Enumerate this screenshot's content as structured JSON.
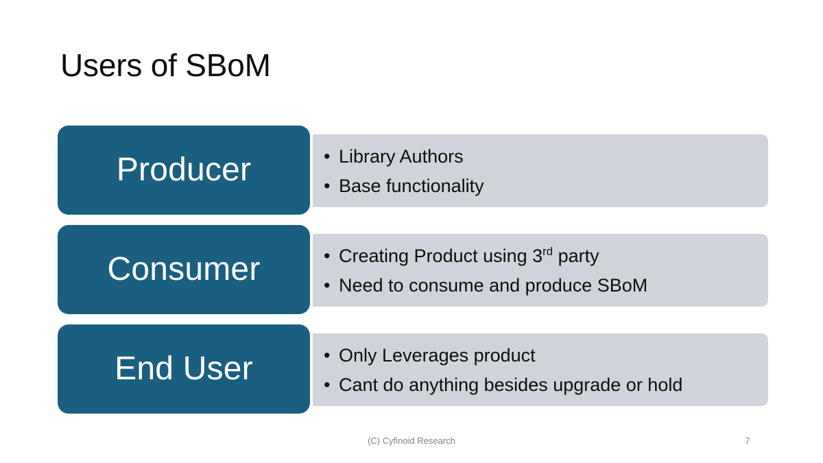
{
  "slide": {
    "title": "Users of SBoM",
    "page_number": "7",
    "footer_credit": "(C) Cyfinoid Research",
    "colors": {
      "label_block": "#1A5F80",
      "detail_block": "#D0D4DA",
      "label_text": "#FFFFFF",
      "body_text": "#0D0D0D",
      "footer_text": "#7F7F7F",
      "background": "#FFFFFF"
    }
  },
  "rows": [
    {
      "label": "Producer",
      "bullets": [
        {
          "text": "Library Authors",
          "marker": "•"
        },
        {
          "text": "Base functionality",
          "marker": "•"
        }
      ]
    },
    {
      "label": "Consumer",
      "bullets": [
        {
          "text_before": "Creating Product using 3",
          "superscript": "rd",
          "text_after": " party",
          "marker": "•"
        },
        {
          "text": "Need to consume and produce SBoM",
          "marker": "•"
        }
      ]
    },
    {
      "label": "End User",
      "bullets": [
        {
          "text": "Only Leverages product",
          "marker": "•"
        },
        {
          "text": "Cant do anything besides upgrade or hold",
          "marker": "•"
        }
      ]
    }
  ]
}
